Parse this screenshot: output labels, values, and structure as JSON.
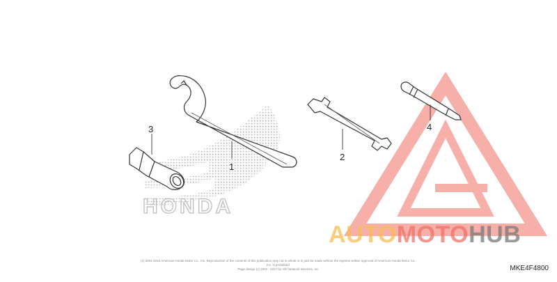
{
  "callouts": {
    "spanner": "1",
    "open_wrench": "2",
    "plug_wrench": "3",
    "tool_pin": "4"
  },
  "background_logo": {
    "wordmark": "HONDA"
  },
  "watermark": {
    "part1": "AUTO",
    "part2": "MOTO",
    "part3": "HUB",
    "colors": {
      "auto": "#f5be50",
      "moto": "#f06e64",
      "hub": "#787878"
    }
  },
  "copyright": {
    "line1": "(c) 2002-2019 American Honda Motor Co., Inc. Reproduction of the contents of this publication may not in whole or in part be made without the express written approval of American Honda Motor Co., Inc. is prohibited.",
    "line2": "Page design (c) 2002 - 2017 by ARI Network Services, Inc."
  },
  "diagram_code": "MKE4F4800"
}
